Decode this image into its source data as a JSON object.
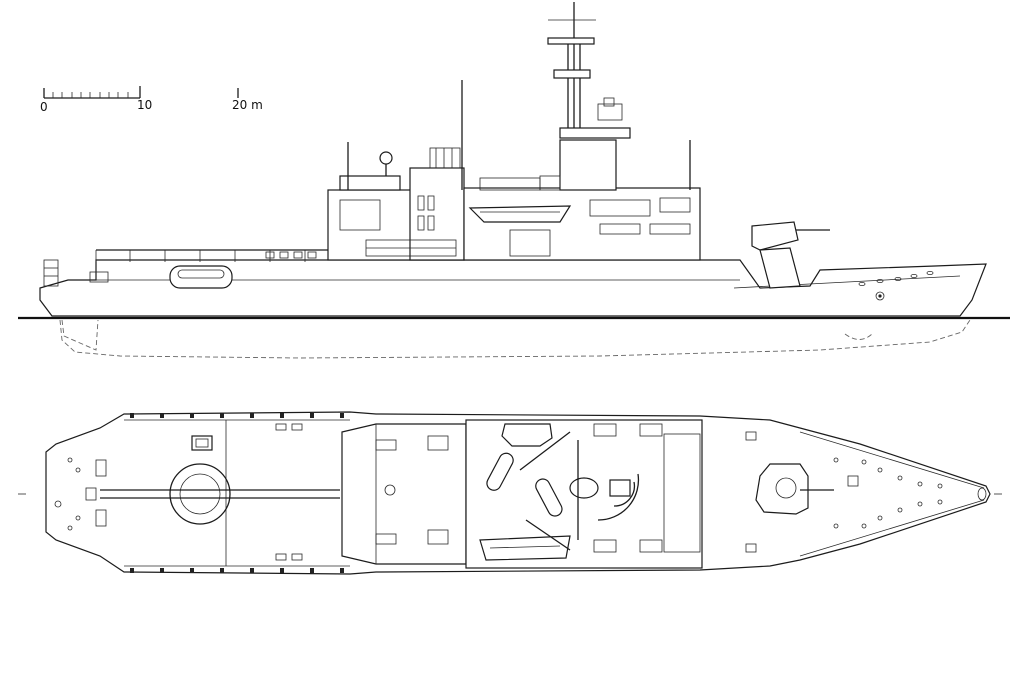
{
  "scale_bar": {
    "labels": [
      "0",
      "10",
      "20 m"
    ]
  },
  "colors": {
    "ink": "#1c1c1c",
    "paper": "#ffffff"
  }
}
